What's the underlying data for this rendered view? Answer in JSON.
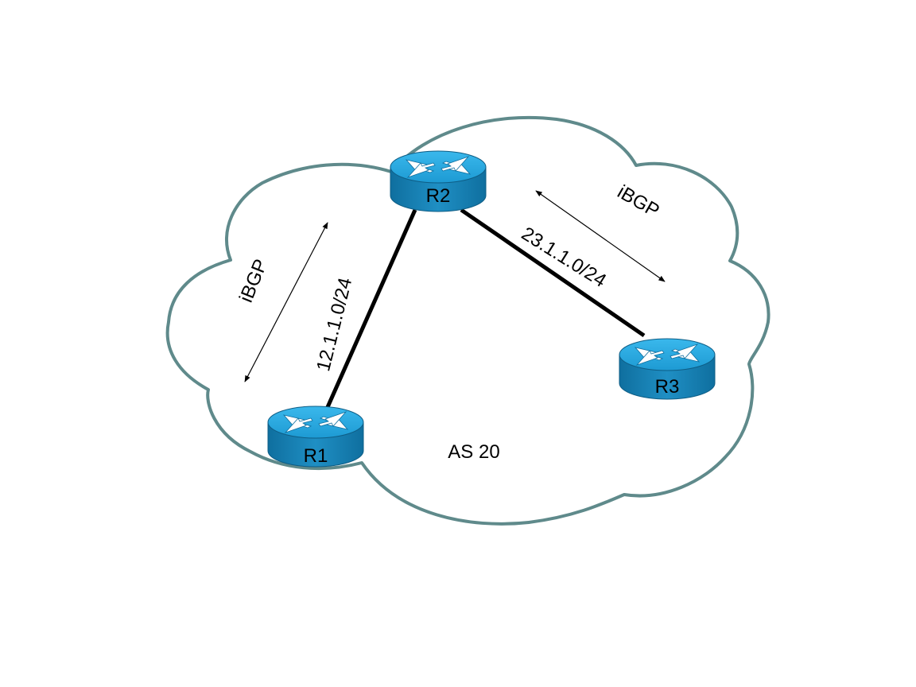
{
  "diagram": {
    "as_label": "AS 20",
    "routers": [
      {
        "id": "R1",
        "label": "R1"
      },
      {
        "id": "R2",
        "label": "R2"
      },
      {
        "id": "R3",
        "label": "R3"
      }
    ],
    "links": [
      {
        "from": "R1",
        "to": "R2",
        "subnet": "12.1.1.0/24"
      },
      {
        "from": "R2",
        "to": "R3",
        "subnet": "23.1.1.0/24"
      }
    ],
    "sessions": [
      {
        "between": [
          "R1",
          "R2"
        ],
        "label": "iBGP"
      },
      {
        "between": [
          "R2",
          "R3"
        ],
        "label": "iBGP"
      }
    ],
    "colors": {
      "cloud_outline": "#5f8a8b",
      "router_top": "#29a9e0",
      "router_side": "#1a7fb0",
      "router_edge": "#0f5f88",
      "link": "#000000"
    }
  }
}
